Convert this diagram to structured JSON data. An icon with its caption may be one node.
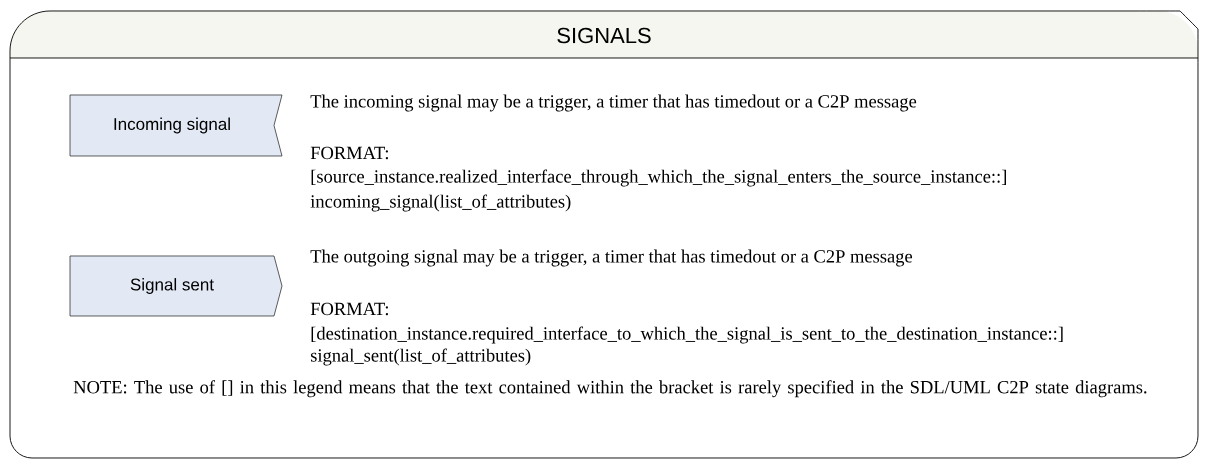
{
  "diagram": {
    "nodes": [
      {
        "text": [
          "SIGNALS"
        ]
      },
      {
        "text": [
          "Incoming signal"
        ],
        "in": 0,
        "beside": [
          "The incoming signal may be a trigger, a timer that has timedout or a C2P message",
          "FORMAT:",
          "[source_instance.realized_interface_through_which_the_signal_enters_the_source_instance::]",
          "incoming_signal(list_of_attributes)"
        ]
      },
      {
        "text": [
          "Signal sent"
        ],
        "in": 0,
        "beside": [
          "The outgoing signal may be a trigger, a timer that has timedout or a C2P message",
          "FORMAT:",
          "[destination_instance.required_interface_to_which_the_signal_is_sent_to_the_destination_instance::]",
          "signal_sent(list_of_attributes)"
        ]
      }
    ],
    "edges": [],
    "labels": [
      "NOTE: The use of [] in this legend means that the text contained within the bracket is rarely specified in the SDL/UML C2P state diagrams."
    ]
  }
}
